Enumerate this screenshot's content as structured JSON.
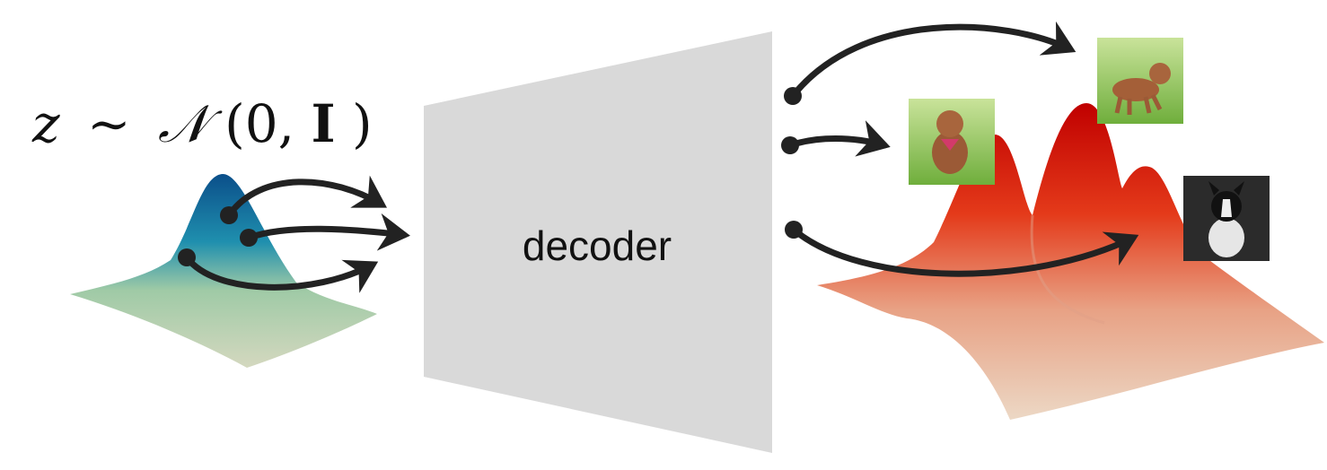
{
  "prior": {
    "formula_z": "z",
    "formula_sim": "∼",
    "formula_n": "𝒩",
    "formula_args": "(0, ",
    "formula_i": "I",
    "formula_close": ")"
  },
  "decoder": {
    "label": "decoder"
  },
  "colors": {
    "decoder_fill": "#d9d9d9",
    "prior_peak": "#0b4f8a",
    "prior_base": "#d4d8bf",
    "data_peak": "#d40a0a",
    "data_base": "#e9d3bf",
    "arrow": "#222222"
  },
  "samples": [
    {
      "image": "dog-sitting-photo"
    },
    {
      "image": "dog-walking-photo"
    },
    {
      "image": "bulldog-photo"
    }
  ]
}
